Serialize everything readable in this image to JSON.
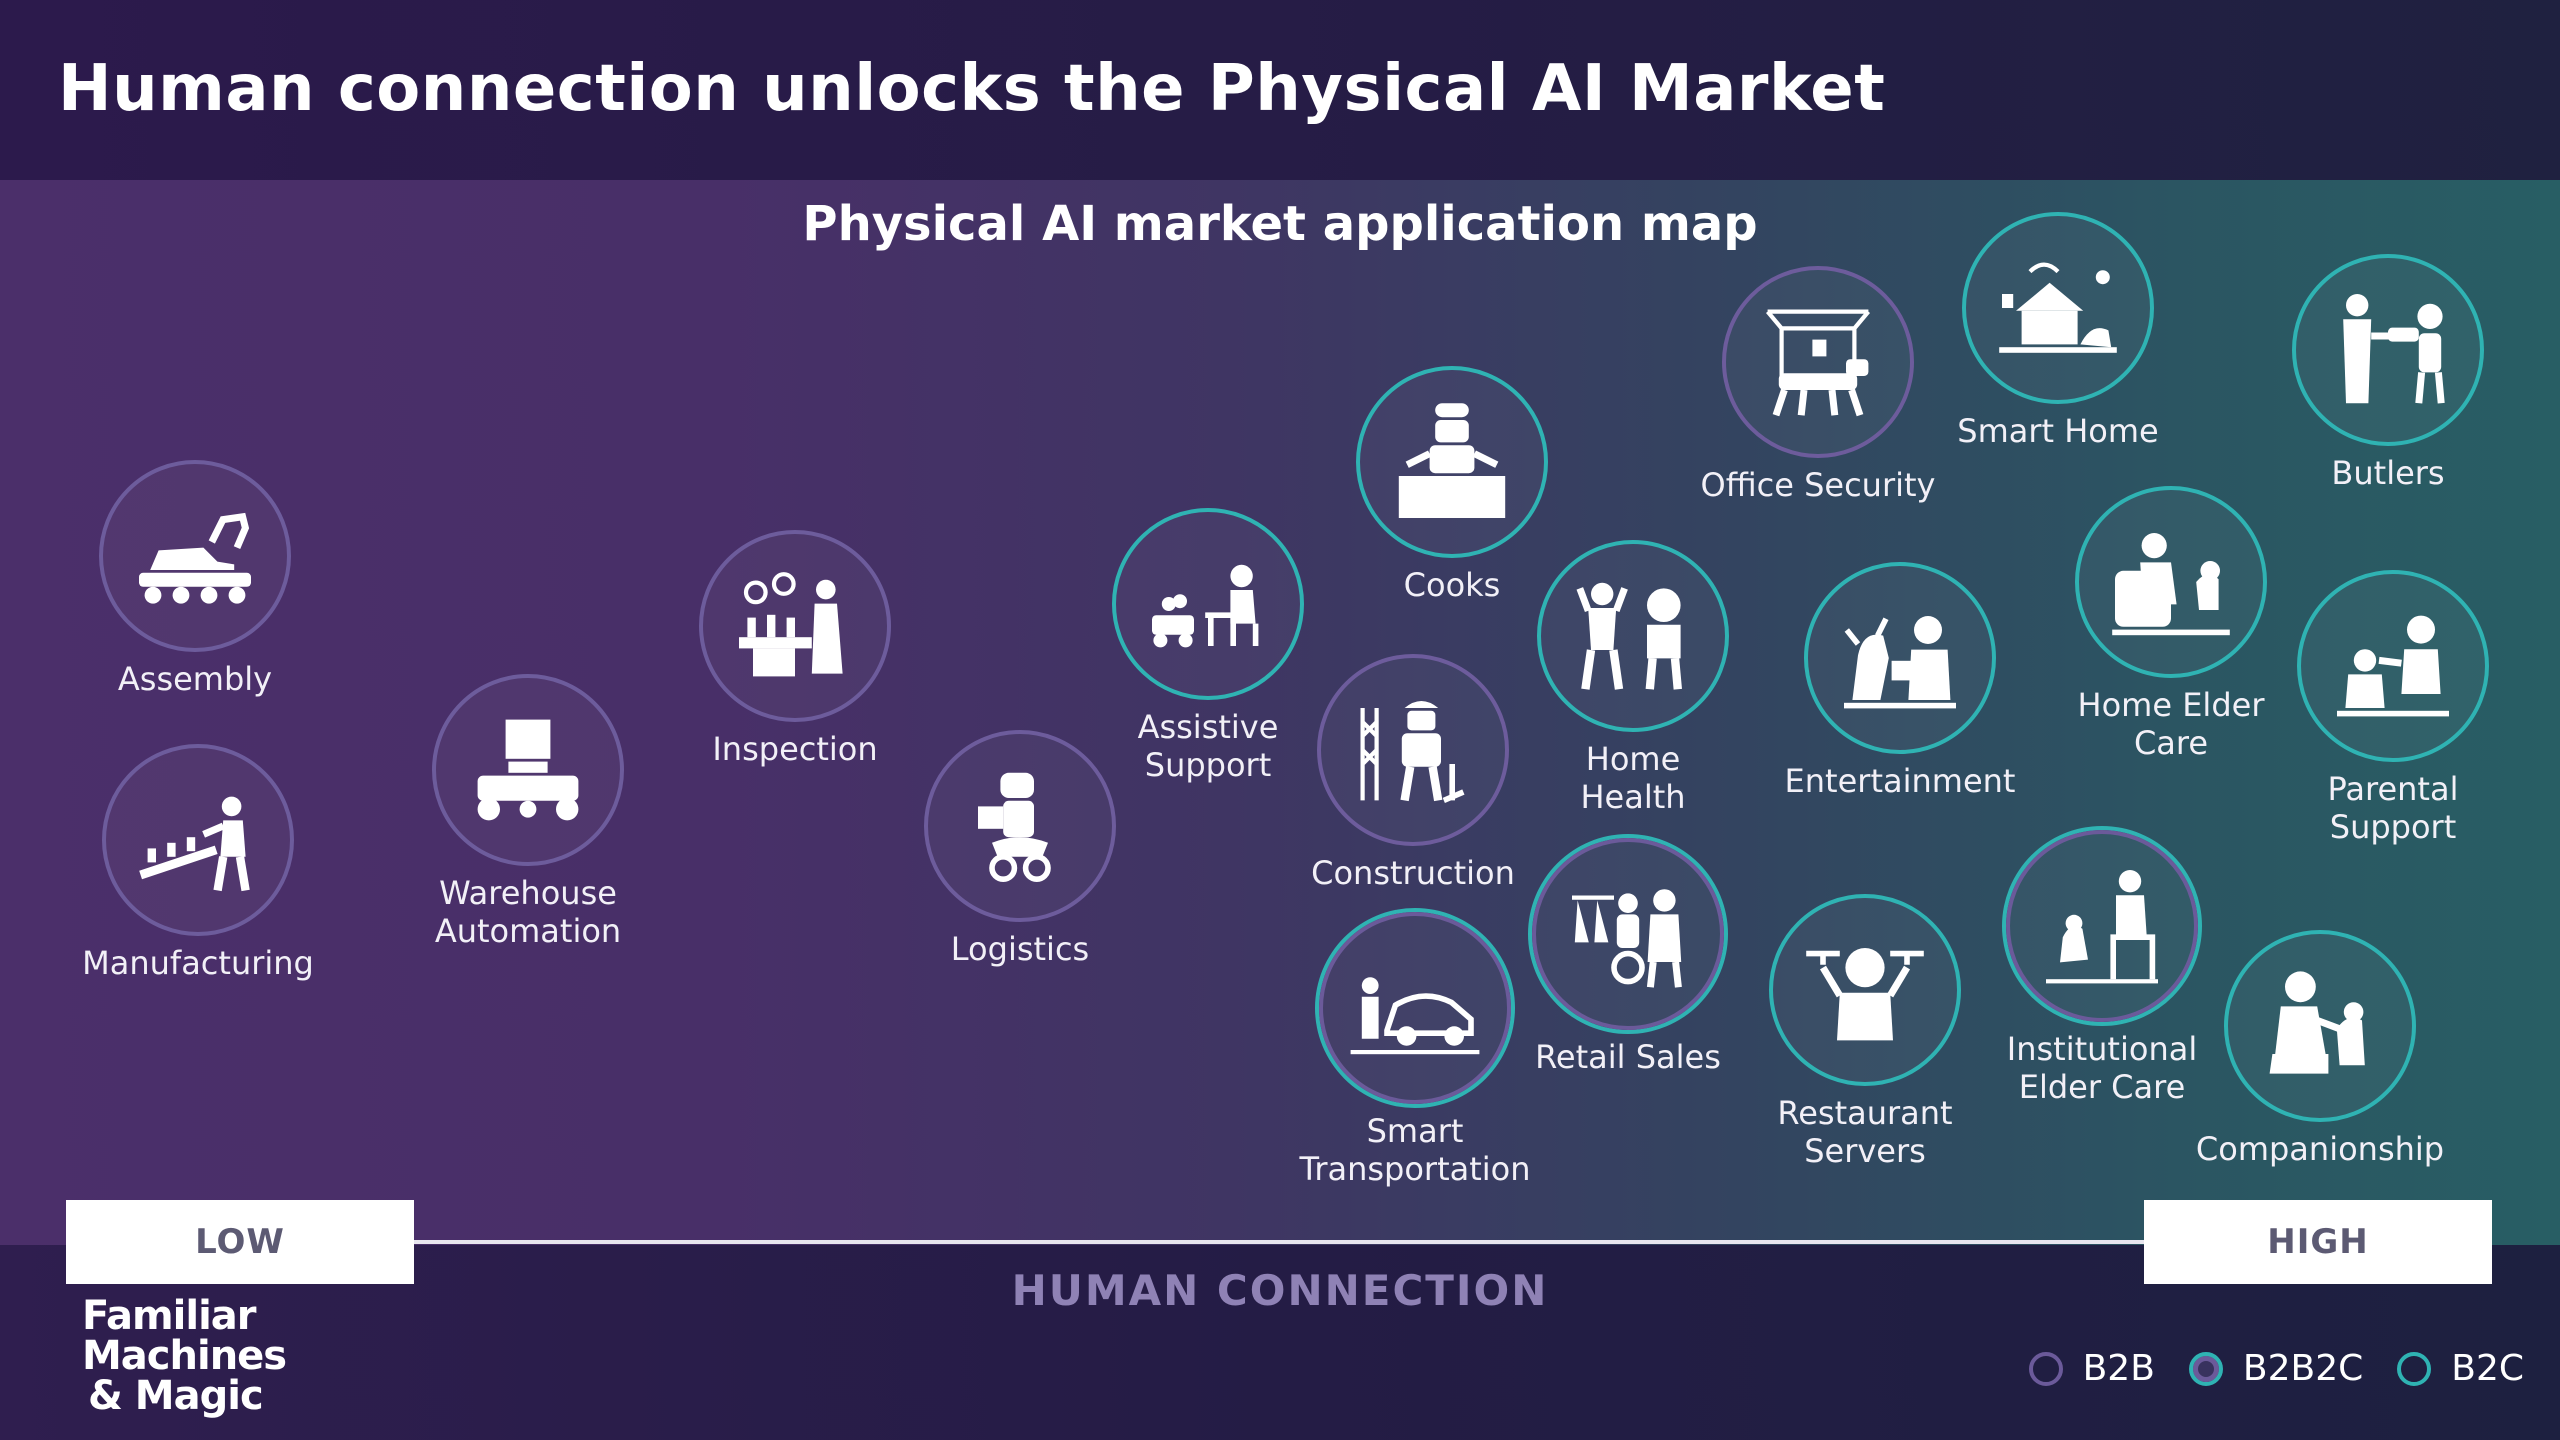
{
  "title": "Human connection unlocks the Physical AI Market",
  "map_title": "Physical AI market application map",
  "axis": {
    "low_label": "LOW",
    "high_label": "HIGH",
    "title": "HUMAN CONNECTION"
  },
  "logo": {
    "line1": "Familiar",
    "line2": "Machines",
    "line3": "& Magic"
  },
  "legend": [
    {
      "label": "B2B",
      "type": "b2b"
    },
    {
      "label": "B2B2C",
      "type": "b2b2c"
    },
    {
      "label": "B2C",
      "type": "b2c"
    }
  ],
  "colors": {
    "b2b": "#6b5a9a",
    "b2c": "#2fb3b3",
    "axis": "#e8e6ef"
  },
  "applications": [
    {
      "label": "Assembly",
      "type": "b2b",
      "icon": "assembly-robot-icon"
    },
    {
      "label": "Manufacturing",
      "type": "b2b",
      "icon": "manufacturing-icon"
    },
    {
      "label": "Warehouse\nAutomation",
      "type": "b2b",
      "icon": "warehouse-robot-icon"
    },
    {
      "label": "Inspection",
      "type": "b2b",
      "icon": "inspection-icon"
    },
    {
      "label": "Logistics",
      "type": "b2b",
      "icon": "logistics-robot-icon"
    },
    {
      "label": "Assistive\nSupport",
      "type": "b2c",
      "icon": "assistive-support-icon"
    },
    {
      "label": "Cooks",
      "type": "b2c",
      "icon": "cook-robot-icon"
    },
    {
      "label": "Construction",
      "type": "b2b",
      "icon": "construction-robot-icon"
    },
    {
      "label": "Home\nHealth",
      "type": "b2c",
      "icon": "home-health-icon"
    },
    {
      "label": "Office Security",
      "type": "b2b",
      "icon": "office-security-icon"
    },
    {
      "label": "Smart Home",
      "type": "b2c",
      "icon": "smart-home-icon"
    },
    {
      "label": "Butlers",
      "type": "b2c",
      "icon": "butler-robot-icon"
    },
    {
      "label": "Entertainment",
      "type": "b2c",
      "icon": "entertainment-icon"
    },
    {
      "label": "Home Elder\nCare",
      "type": "b2c",
      "icon": "home-elder-care-icon"
    },
    {
      "label": "Parental\nSupport",
      "type": "b2c",
      "icon": "parental-support-icon"
    },
    {
      "label": "Retail Sales",
      "type": "b2b2c",
      "icon": "retail-sales-icon"
    },
    {
      "label": "Smart\nTransportation",
      "type": "b2b2c",
      "icon": "smart-car-icon"
    },
    {
      "label": "Restaurant\nServers",
      "type": "b2c",
      "icon": "restaurant-server-icon"
    },
    {
      "label": "Institutional\nElder Care",
      "type": "b2b2c",
      "icon": "institutional-elder-care-icon"
    },
    {
      "label": "Companionship",
      "type": "b2c",
      "icon": "companionship-icon"
    }
  ]
}
